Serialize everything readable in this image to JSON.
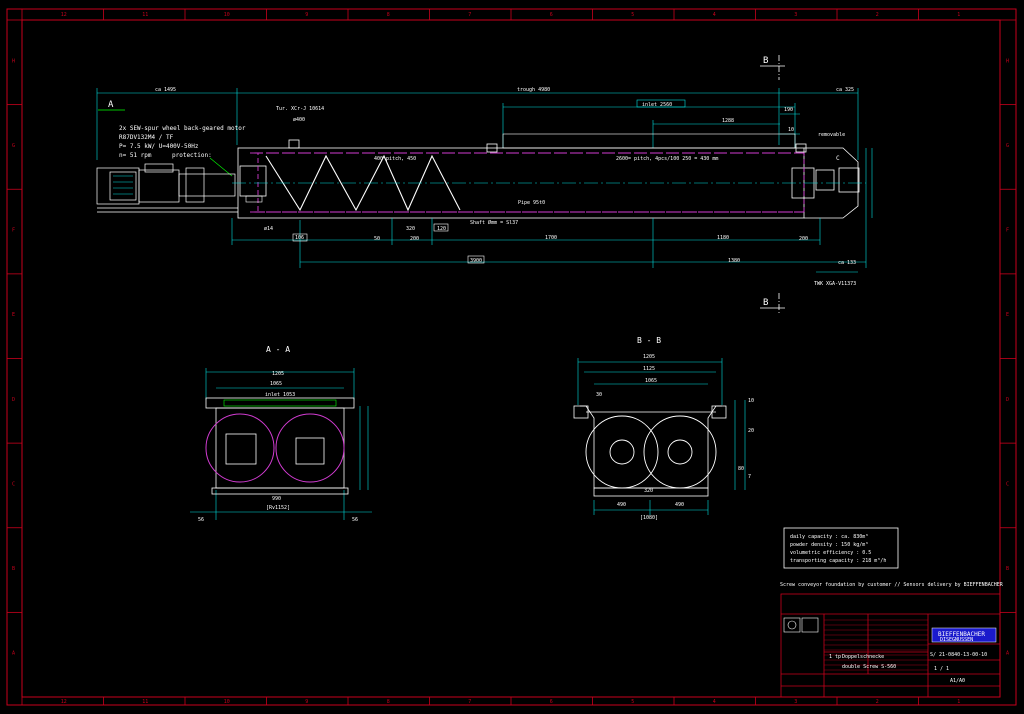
{
  "colors": {
    "background": "#000000",
    "border": "#c8001c",
    "dimension": "#00e0e0",
    "outline": "#ffffff",
    "screw": "#d23cd2",
    "leader": "#00ff00",
    "text": "#ffffff",
    "title_text": "#ffffff",
    "accent": "#ffff00"
  },
  "main_view": {
    "section_a_label": "A",
    "section_b_top": "B",
    "section_b_bottom": "B",
    "motor_notes": [
      "2x SEW-spur wheel back-geared motor",
      "R87DV132M4 / TF",
      "P= 7.5 kW/ U=400V-50Hz",
      "n= 51 rpm",
      "protection:"
    ],
    "dims": {
      "overall_left": "ca 1495",
      "trough": "trough 4980",
      "overall_right": "ca 325",
      "inlet": "inlet 2560",
      "length_190": "190",
      "length_1288": "1288",
      "length_10": "10",
      "removable": "removable",
      "pitch": "2600= pitch, 4pcs/100 250 = 430 mm",
      "screw_pitch": "400 pitch, 450",
      "pipe": "Pipe 95t0",
      "shaft": "Shaft Ømm = Sl37",
      "top_label": "Tur. XCr-J 10614",
      "d400": "ø400",
      "d14": "ø14",
      "l106": "106",
      "l50": "50",
      "l320": "320",
      "l200": "200",
      "l120": "120",
      "l1700": "1700",
      "l1180": "1180",
      "l200b": "200",
      "l3900": "3900",
      "l1380": "1380",
      "ca133": "ca 133",
      "bottom_note": "TWK XGA-V11373"
    }
  },
  "section_aa": {
    "title": "A - A",
    "dims": [
      "1205",
      "1065",
      "inlet 1053",
      "990",
      "[Rv1152]",
      "56",
      "56"
    ]
  },
  "section_bb": {
    "title": "B - B",
    "dims": [
      "1205",
      "1125",
      "1065",
      "30",
      "320",
      "490",
      "490",
      "[1080]",
      "10",
      "20",
      "80",
      "7"
    ]
  },
  "specs": [
    "daily capacity :   ca. 830m³",
    "powder density :   150 kg/m³",
    "volumetric efficiency :   0.5",
    "transporting capacity :   218 m³/h"
  ],
  "foundation_note": "Screw conveyor foundation by customer  //  Sensors delivery by BIEFFENBACHER",
  "title_block": {
    "logo_line1": "BIEFFENBACHER",
    "logo_line2": "DISEGNUSSEN",
    "drawing_number": "S/ 21-0840-13-00-10",
    "description_a": "Doppelschnecke",
    "description_b": "double Screw S-560",
    "qty": "1 tp",
    "sheet": "1 / 1",
    "format": "A1/A0"
  },
  "frame": {
    "col_labels": [
      "12",
      "11",
      "10",
      "9",
      "8",
      "7",
      "6",
      "5",
      "4",
      "3",
      "2",
      "1"
    ],
    "row_labels": [
      "H",
      "G",
      "F",
      "E",
      "D",
      "C",
      "B",
      "A"
    ]
  }
}
